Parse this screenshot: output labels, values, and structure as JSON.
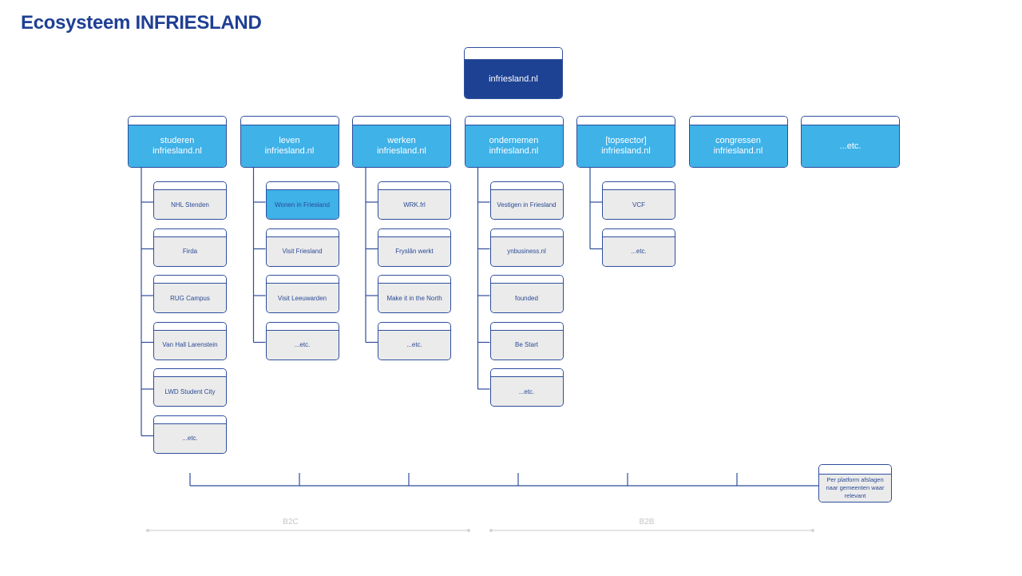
{
  "title": "Ecosysteem INFRIESLAND",
  "root": {
    "label": "infriesland.nl"
  },
  "categories": [
    {
      "label": "studeren\ninfriesland.nl",
      "children": [
        {
          "label": "NHL Stenden"
        },
        {
          "label": "Firda"
        },
        {
          "label": "RUG Campus"
        },
        {
          "label": "Van Hall Larenstein"
        },
        {
          "label": "LWD Student City"
        },
        {
          "label": "...etc."
        }
      ]
    },
    {
      "label": "leven\ninfriesland.nl",
      "children": [
        {
          "label": "Wonen in Friesland",
          "highlight": true
        },
        {
          "label": "Visit Friesland"
        },
        {
          "label": "Visit Leeuwarden"
        },
        {
          "label": "...etc."
        }
      ]
    },
    {
      "label": "werken\ninfriesland.nl",
      "children": [
        {
          "label": "WRK.frl"
        },
        {
          "label": "Fryslân werkt"
        },
        {
          "label": "Make it in the North"
        },
        {
          "label": "...etc."
        }
      ]
    },
    {
      "label": "ondernemen\ninfriesland.nl",
      "children": [
        {
          "label": "Vestigen in Friesland"
        },
        {
          "label": "ynbusiness.nl"
        },
        {
          "label": "founded"
        },
        {
          "label": "Be Start"
        },
        {
          "label": "...etc."
        }
      ]
    },
    {
      "label": "[topsector]\ninfriesland.nl",
      "children": [
        {
          "label": "VCF"
        },
        {
          "label": "...etc."
        }
      ]
    },
    {
      "label": "congressen\ninfriesland.nl",
      "children": []
    },
    {
      "label": "...etc.",
      "children": []
    }
  ],
  "note": {
    "label": "Per platform afslagen naar gemeenten waar relevant"
  },
  "segments": [
    {
      "label": "B2C"
    },
    {
      "label": "B2B"
    }
  ],
  "colors": {
    "title": "#1f3f94",
    "root_fill": "#1e4293",
    "category_fill": "#3fb2e8",
    "highlight_fill": "#3fb2e8",
    "sub_fill": "#ebebeb",
    "outline": "#2e4e9c",
    "segment_line": "#d4d4d4",
    "segment_text": "#c4c4c4"
  }
}
